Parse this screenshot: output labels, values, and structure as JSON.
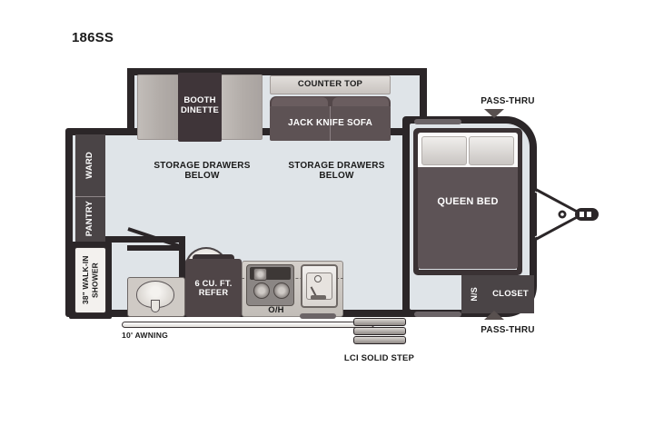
{
  "title": "186SS",
  "floorplan": {
    "rooms": {
      "wardrobe": "WARD",
      "pantry": "PANTRY",
      "shower": "38\" WALK-IN SHOWER",
      "dinette": "BOOTH DINETTE",
      "counter_top": "COUNTER TOP",
      "sofa": "JACK KNIFE SOFA",
      "storage_left": "STORAGE DRAWERS BELOW",
      "storage_right": "STORAGE DRAWERS BELOW",
      "refrigerator": "6 CU. FT. REFER",
      "overhead": "O/H",
      "bed": "QUEEN BED",
      "nightstand": "N/S",
      "closet": "CLOSET"
    },
    "exterior": {
      "pass_thru_top": "PASS-THRU",
      "pass_thru_bottom": "PASS-THRU",
      "awning": "10' AWNING",
      "step": "LCI SOLID STEP"
    },
    "colors": {
      "wall": "#2b2628",
      "cabinet": "#4a4446",
      "upholstery_dark": "#5d5356",
      "upholstery_light": "#b5b0ac",
      "floor": "#dfe4e8",
      "text": "#1b1b1b"
    }
  }
}
